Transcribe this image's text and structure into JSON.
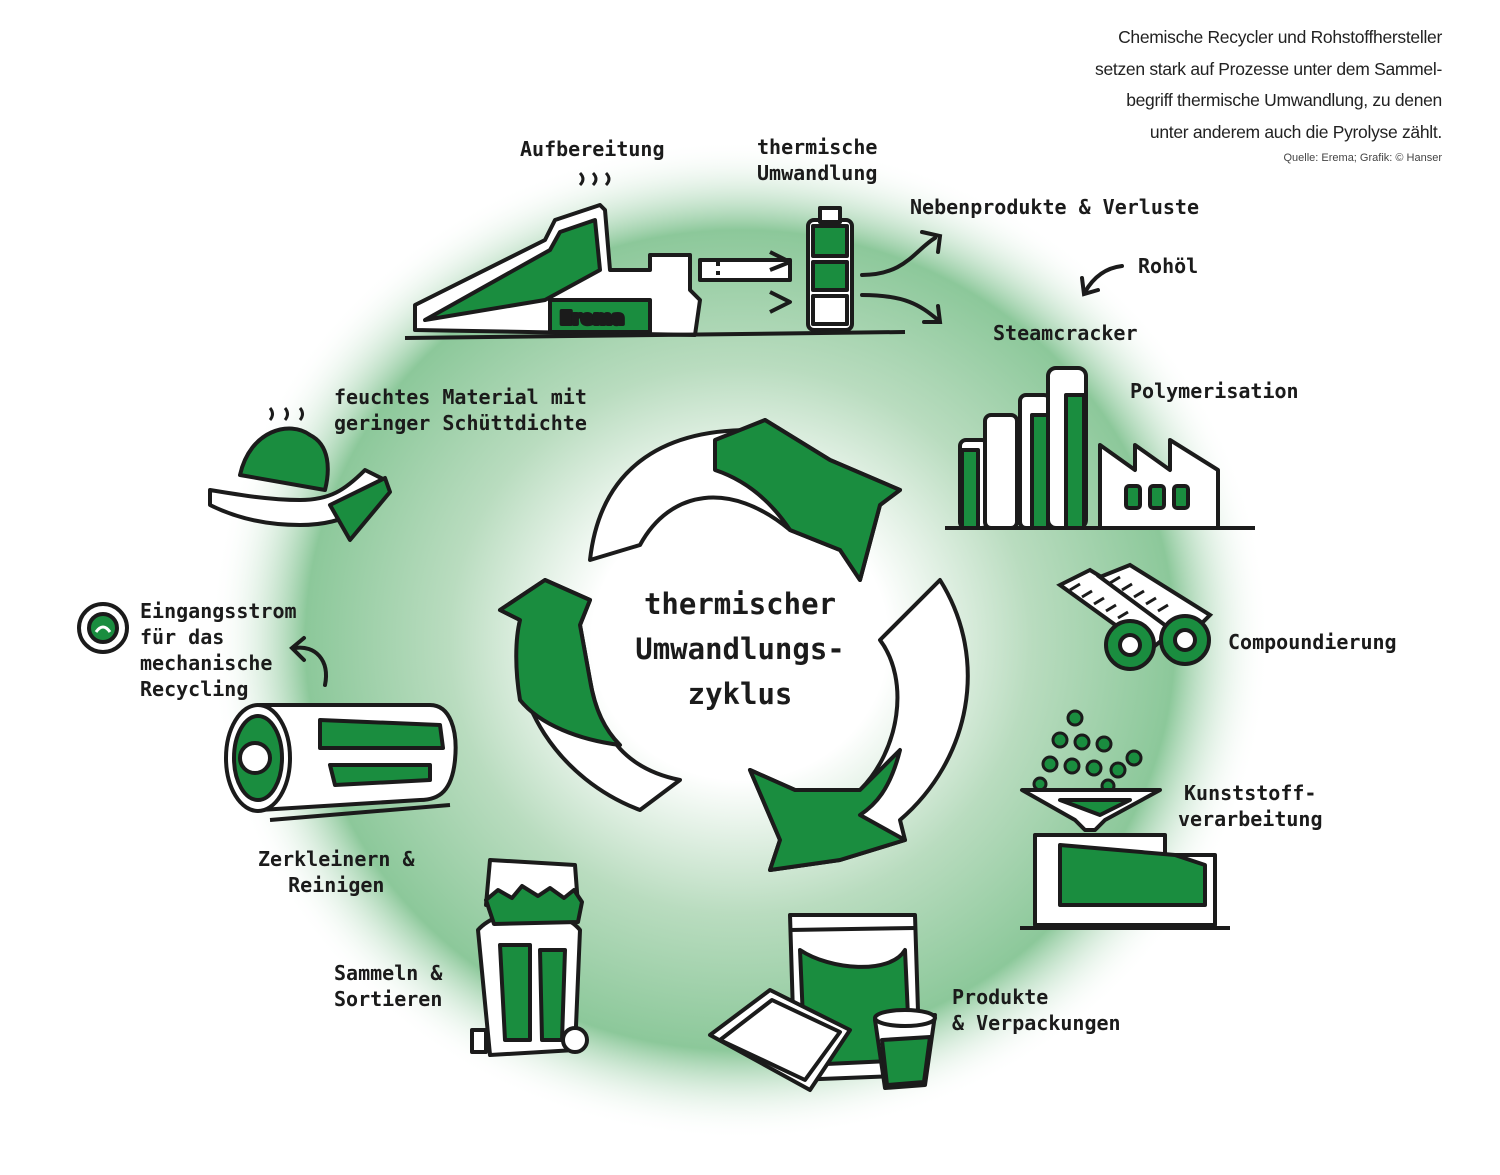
{
  "caption": {
    "lines": [
      "Chemische Recycler und Rohstoffhersteller",
      "setzen stark auf Prozesse unter dem Sammel-",
      "begriff thermische Umwandlung, zu denen",
      "unter anderem auch die Pyrolyse zählt."
    ],
    "source": "Quelle: Erema; Grafik: © Hanser"
  },
  "center": {
    "lines": [
      "thermischer",
      "Umwandlungs-",
      "zyklus"
    ]
  },
  "labels": {
    "aufbereitung": "Aufbereitung",
    "thermische": [
      "thermische",
      "Umwandlung"
    ],
    "nebenprodukte": "Nebenprodukte & Verluste",
    "rohoel": "Rohöl",
    "steamcracker": "Steamcracker",
    "polymerisation": "Polymerisation",
    "compoundierung": "Compoundierung",
    "kunststoff": [
      "Kunststoff-",
      "verarbeitung"
    ],
    "produkte": [
      "Produkte",
      "& Verpackungen"
    ],
    "sammeln": [
      "Sammeln &",
      "Sortieren"
    ],
    "zerkleinern": [
      "Zerkleinern &",
      "Reinigen"
    ],
    "eingangsstrom": [
      "Eingangsstrom",
      "für das",
      "mechanische",
      "Recycling"
    ],
    "feuchtes": [
      "feuchtes Material mit",
      "geringer Schüttdichte"
    ]
  },
  "logo_text": "Erema",
  "colors": {
    "green": "#1a8d3f",
    "halo": "#7fc28f",
    "ink": "#1b1b1b"
  }
}
